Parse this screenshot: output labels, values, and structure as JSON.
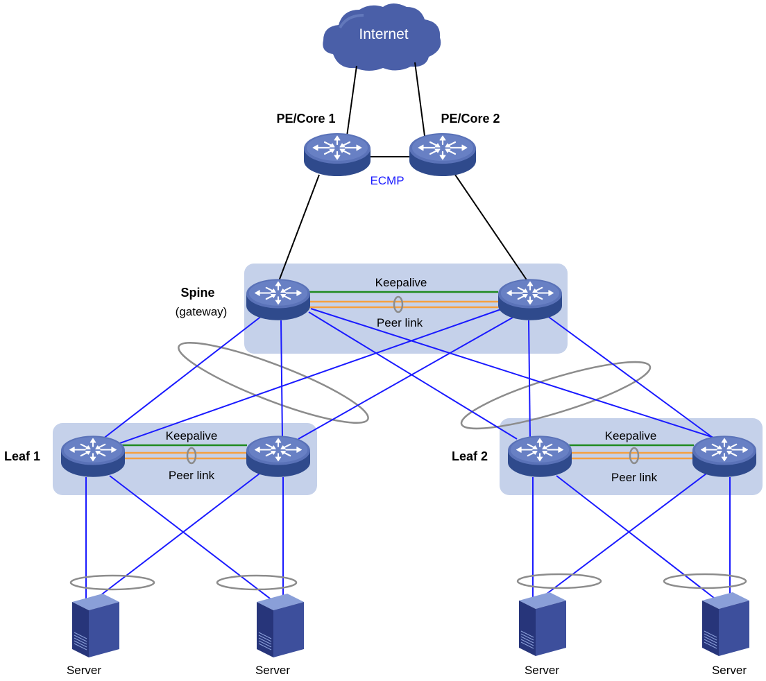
{
  "internet": {
    "label": "Internet"
  },
  "core": {
    "core1_label": "PE/Core 1",
    "core2_label": "PE/Core 2",
    "ecmp_label": "ECMP"
  },
  "spine": {
    "title": "Spine",
    "subtitle": "(gateway)",
    "keepalive_label": "Keepalive",
    "peerlink_label": "Peer link"
  },
  "leaf1": {
    "title": "Leaf 1",
    "keepalive_label": "Keepalive",
    "peerlink_label": "Peer link"
  },
  "leaf2": {
    "title": "Leaf 2",
    "keepalive_label": "Keepalive",
    "peerlink_label": "Peer link"
  },
  "servers": [
    {
      "label": "Server"
    },
    {
      "label": "Server"
    },
    {
      "label": "Server"
    },
    {
      "label": "Server"
    }
  ],
  "colors": {
    "group_bg": "#c5d1ea",
    "device_top": "#5a72b8",
    "device_side": "#2f4a8c",
    "link_black": "#000000",
    "link_blue": "#1a1aff",
    "keepalive_green": "#1f8a1f",
    "peerlink_orange": "#f5a040",
    "aggregation_gray": "#8c8c8c",
    "cloud": "#4a5fa8"
  }
}
